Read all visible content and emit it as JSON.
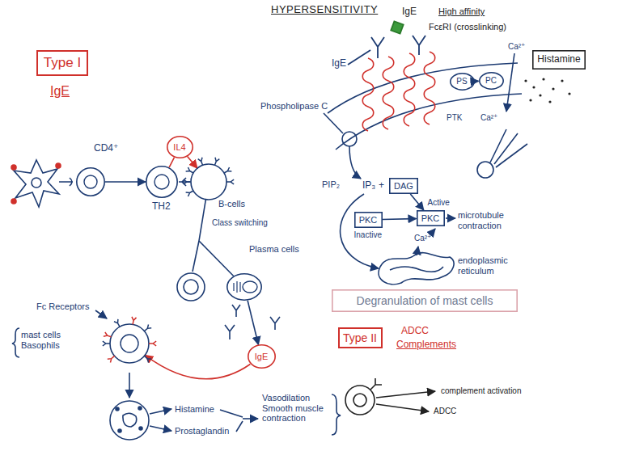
{
  "diagram": {
    "title": "HYPERSENSITIVITY",
    "nodes": [
      {
        "text": [
          "Type I"
        ]
      },
      {
        "text": [
          "CD4⁺"
        ]
      },
      {
        "text": [
          "TH2"
        ]
      },
      {
        "text": [
          "IL4"
        ]
      },
      {
        "text": [
          "B-cells"
        ]
      },
      {
        "text": [
          "Plasma cells"
        ]
      },
      {
        "text": [
          "IgE"
        ]
      },
      {
        "text": [
          "Fc Receptors",
          "mast cells Basophils"
        ]
      },
      {
        "text": [
          "PS"
        ]
      },
      {
        "text": [
          "PC"
        ]
      },
      {
        "text": [
          "Histamine"
        ]
      },
      {
        "text": [
          "DAG"
        ]
      },
      {
        "text": [
          "PKC",
          "Inactive"
        ]
      },
      {
        "text": [
          "Active",
          "PKC"
        ]
      },
      {
        "text": [
          "Degranulation of mast cells"
        ]
      },
      {
        "text": [
          "Type II"
        ]
      }
    ],
    "edges": [
      {
        "from": 1,
        "to": 2,
        "arrow": "to"
      },
      {
        "from": 2,
        "to": 3,
        "arrow": "none"
      },
      {
        "from": 3,
        "to": 4,
        "arrow": "to"
      },
      {
        "from": 4,
        "to": 5,
        "arrow": "none"
      },
      {
        "from": 5,
        "to": 6,
        "arrow": "to"
      },
      {
        "from": 6,
        "to": 7,
        "arrow": "to"
      },
      {
        "from": 8,
        "to": 9,
        "arrow": "to"
      },
      {
        "from": 11,
        "to": 13,
        "arrow": "to"
      },
      {
        "from": 12,
        "to": 13,
        "arrow": "to"
      }
    ],
    "labels": [
      "IgE",
      "Class switching",
      "Histamine",
      "Prostaglandin",
      "Vasodilation Smooth muscle contraction",
      "IgE",
      "IgE",
      "High affinity",
      "FcεRI (crosslinking)",
      "Ca²⁺",
      "Phospholipase C",
      "PTK",
      "PIP₂",
      "IP₃",
      "+",
      "Ca²⁺",
      "microtubule contraction",
      "Ca²⁺",
      "endoplasmic reticulum",
      "ADCC",
      "Complements",
      "complement activation",
      "ADCC"
    ]
  }
}
